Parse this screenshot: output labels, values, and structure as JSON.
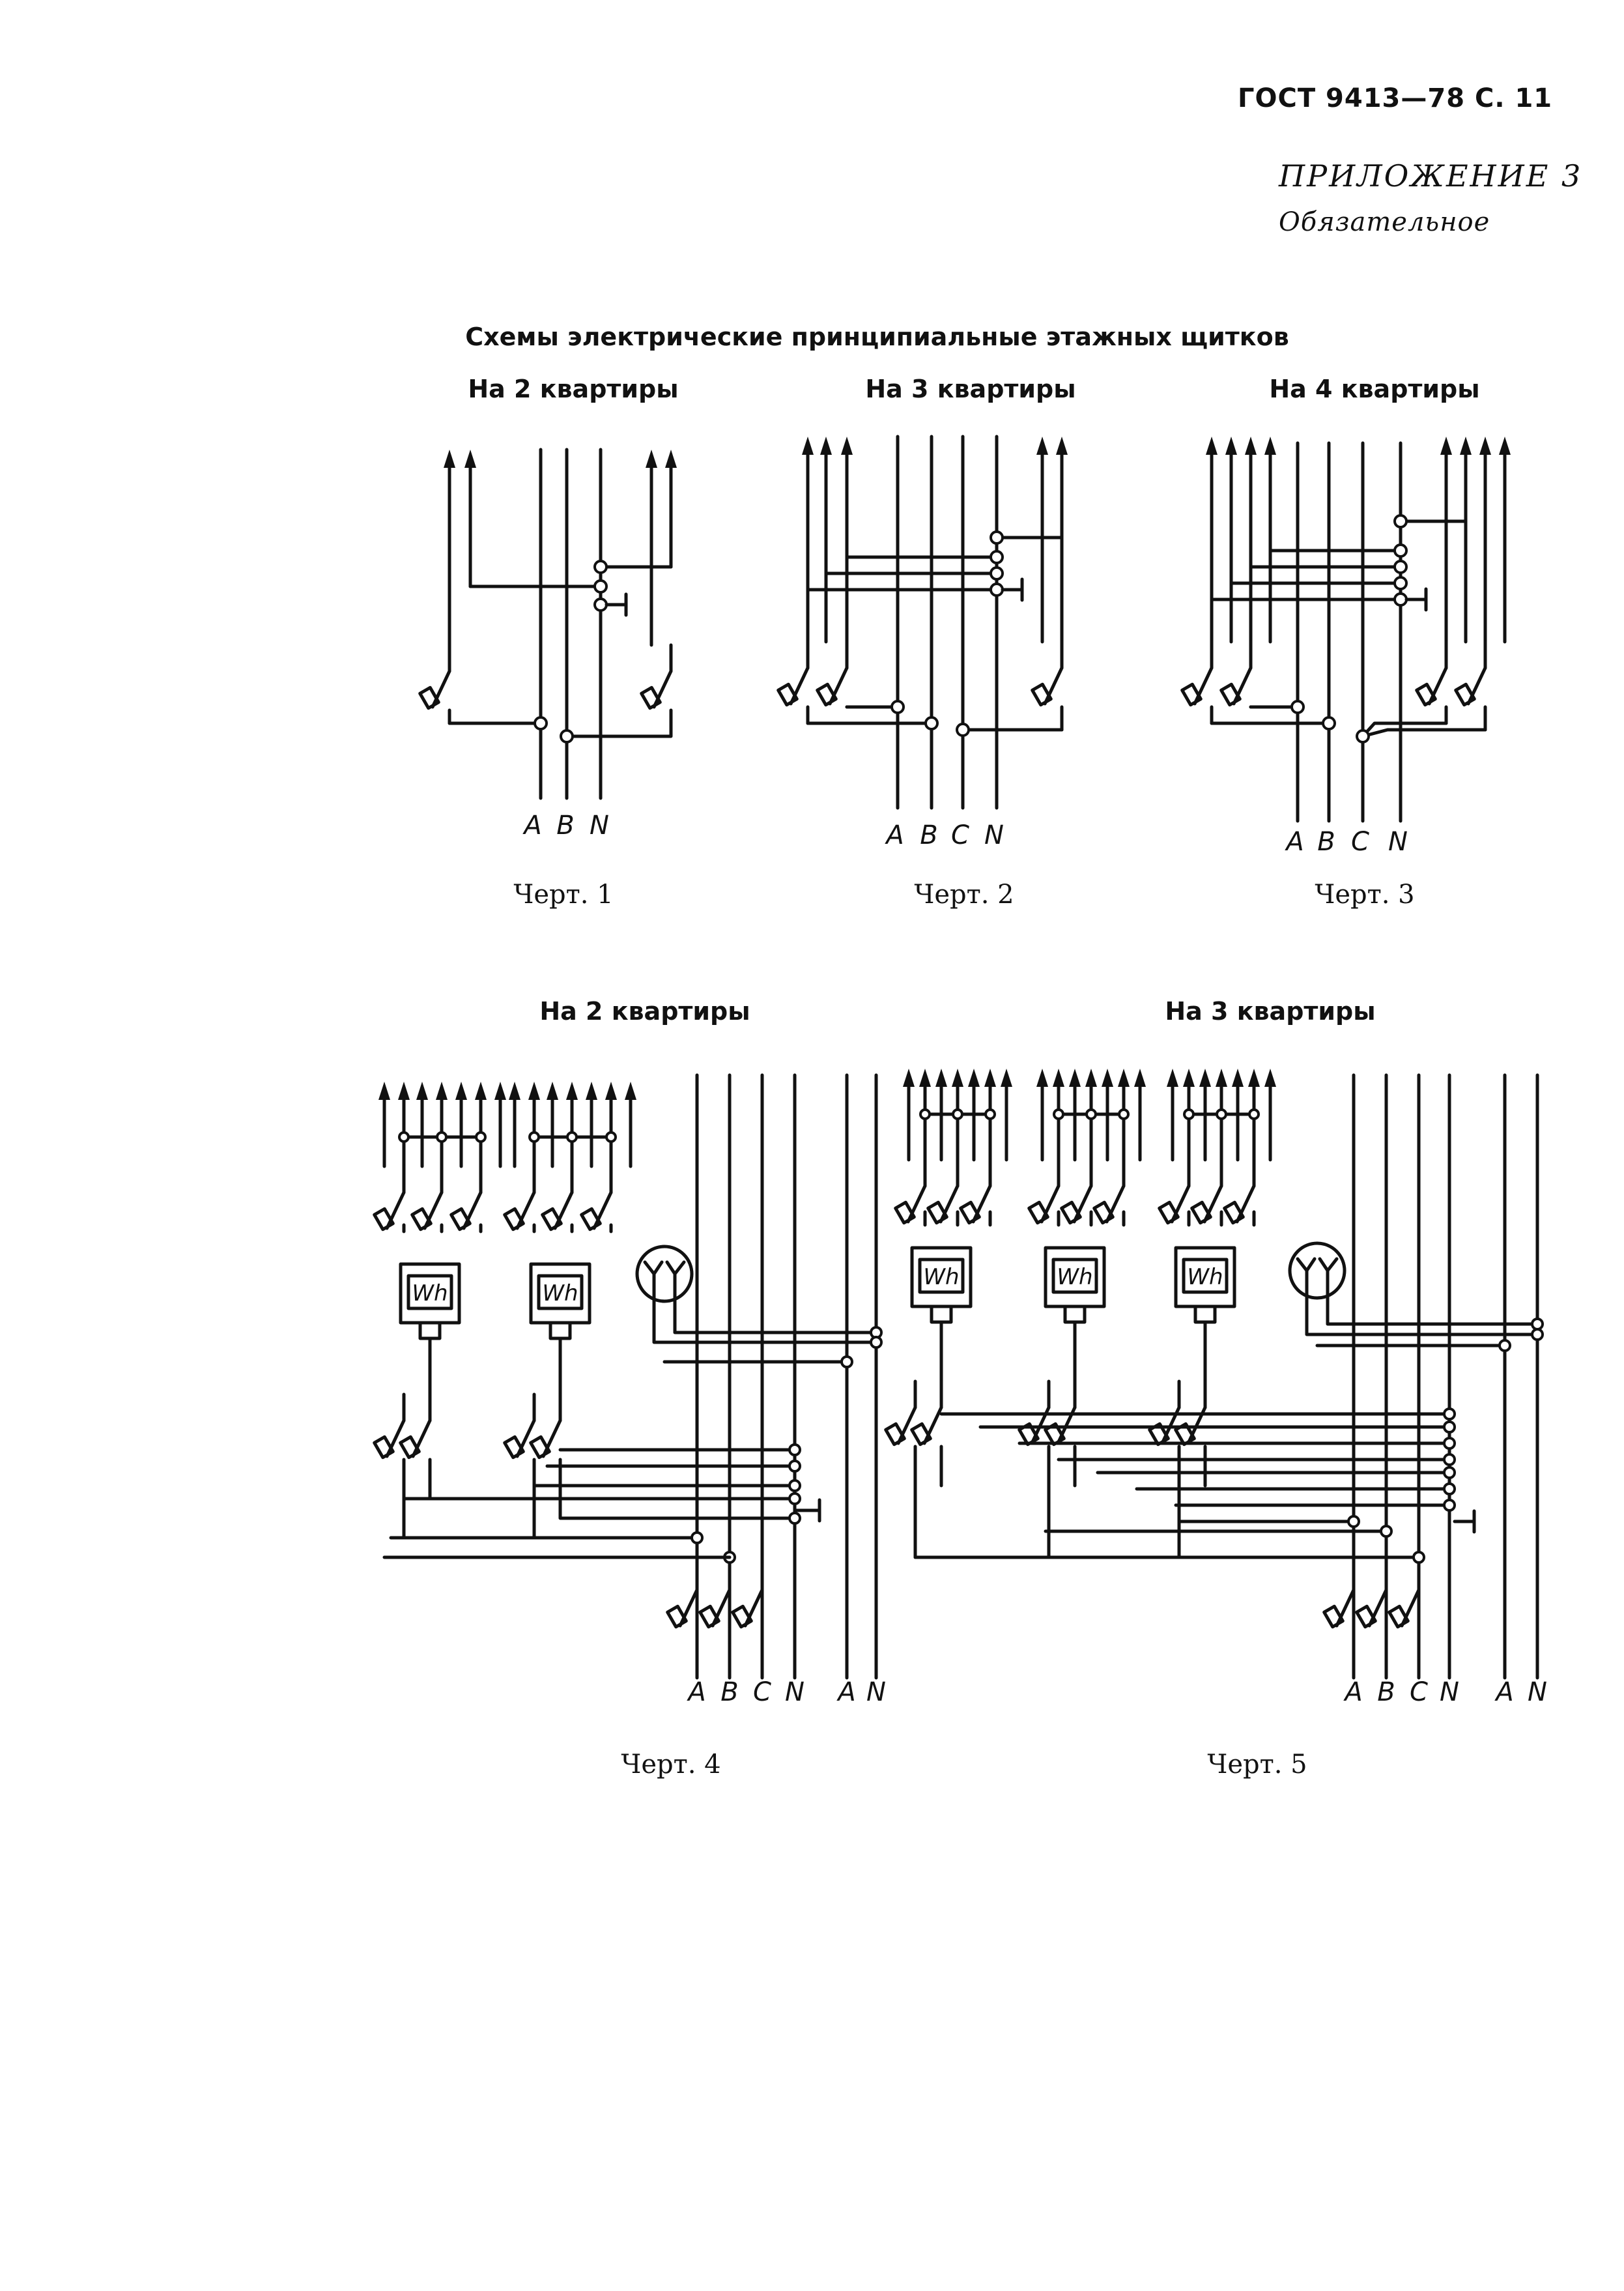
{
  "header": {
    "standard_ref": "ГОСТ 9413—78 С. 11",
    "appendix_title": "ПРИЛОЖЕНИЕ 3",
    "appendix_status": "Обязательное"
  },
  "main_title": "Схемы электрические принципиальные этажных щитков",
  "top_row": {
    "diagrams": [
      {
        "subtitle": "На 2 квартиры",
        "caption": "Черт. 1",
        "phases": [
          "A",
          "B",
          "N"
        ]
      },
      {
        "subtitle": "На 3 квартиры",
        "caption": "Черт. 2",
        "phases": [
          "A",
          "B",
          "C",
          "N"
        ]
      },
      {
        "subtitle": "На 4 квартиры",
        "caption": "Черт. 3",
        "phases": [
          "A",
          "B",
          "C",
          "N"
        ]
      }
    ]
  },
  "bottom_row": {
    "diagrams": [
      {
        "subtitle": "На 2 квартиры",
        "caption": "Черт. 4",
        "phases": [
          "A",
          "B",
          "C",
          "N",
          "A",
          "N"
        ],
        "meter_label": "Wh"
      },
      {
        "subtitle": "На 3 квартиры",
        "caption": "Черт. 5",
        "phases": [
          "A",
          "B",
          "C",
          "N",
          "A",
          "N"
        ],
        "meter_label": "Wh"
      }
    ]
  }
}
